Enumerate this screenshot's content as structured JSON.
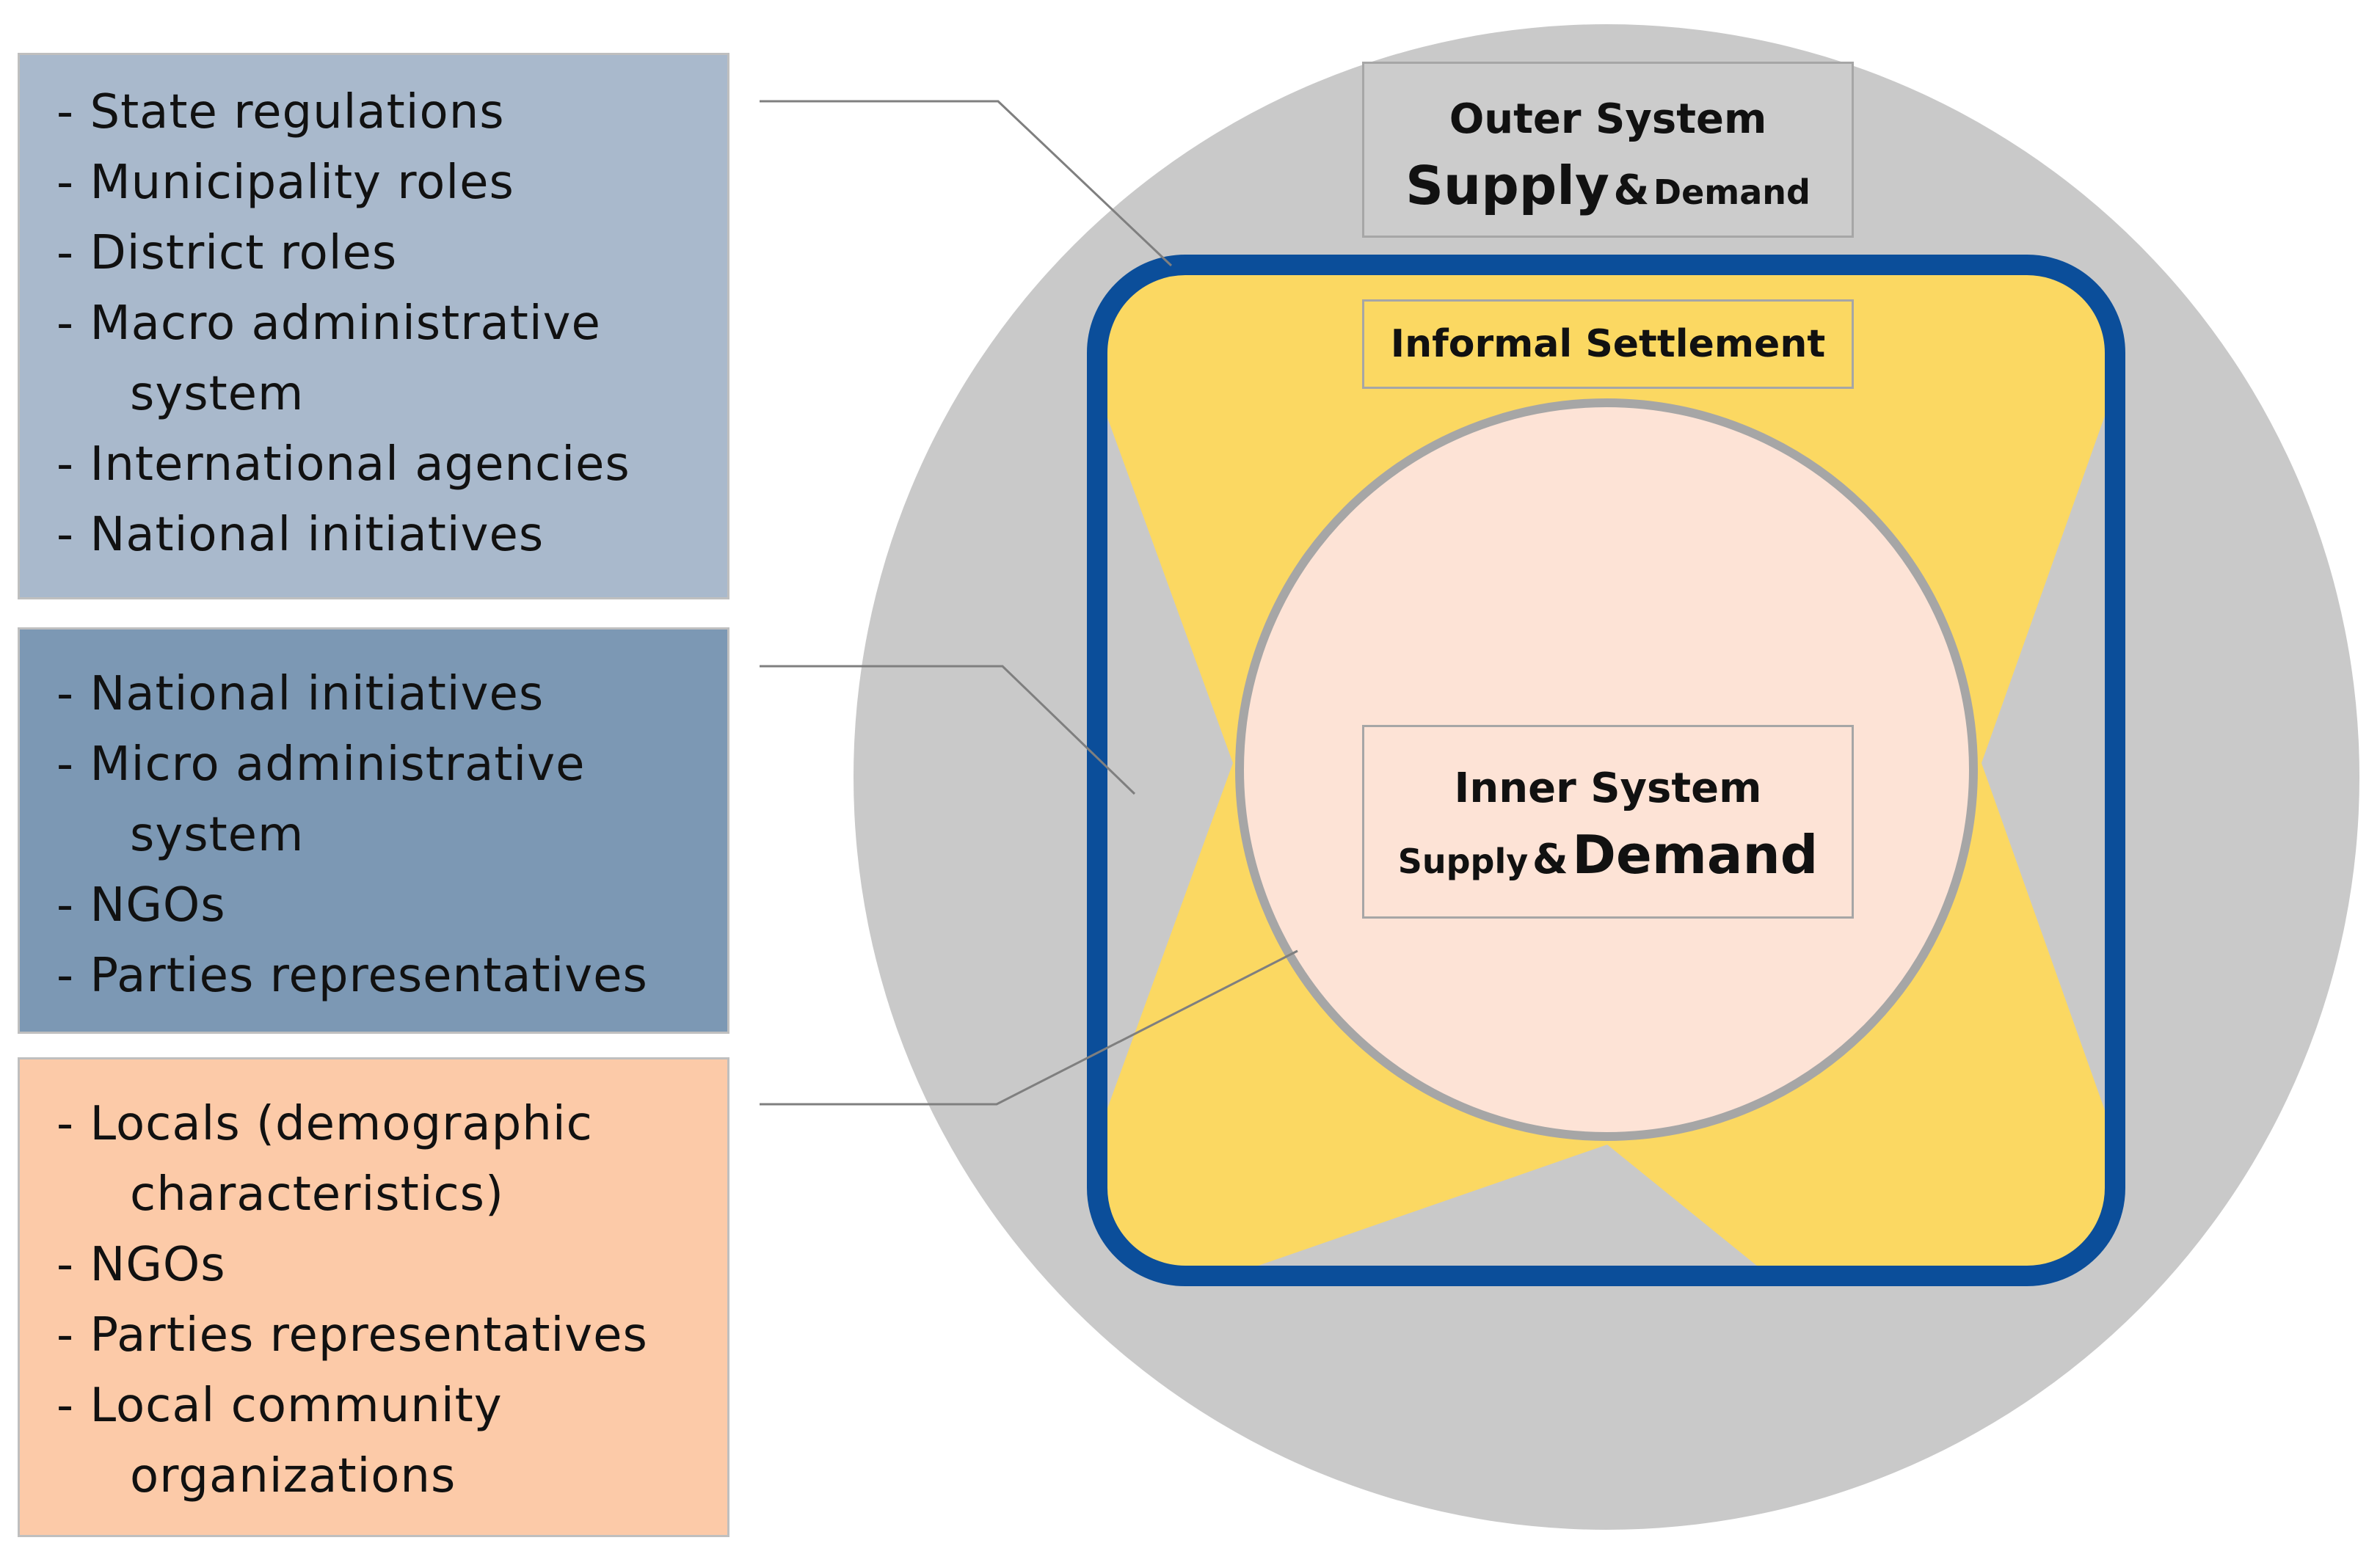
{
  "colors": {
    "outer_circle": "#c9c9c9",
    "settlement_fill": "#fbd862",
    "settlement_border": "#0b4e9a",
    "inner_circle_fill": "#fde3d6",
    "inner_circle_border": "#a6a6a6",
    "connector": "#7f7f7f",
    "box_outer_fill": "#a9b9cc",
    "box_middle_fill": "#7c98b4",
    "box_inner_fill": "#fccaa8"
  },
  "boxes": {
    "outer": {
      "fill": "#a9b9cc",
      "items": [
        "- State regulations",
        "- Municipality roles",
        "- District roles",
        "- Macro administrative system",
        "- International agencies",
        "- National initiatives"
      ]
    },
    "middle": {
      "fill": "#7c98b4",
      "items": [
        "- National initiatives",
        "- Micro administrative system",
        "- NGOs",
        "- Parties representatives"
      ]
    },
    "inner": {
      "fill": "#fccaa8",
      "items": [
        "- Locals (demographic characteristics)",
        "- NGOs",
        "- Parties representatives",
        "- Local community organizations"
      ]
    }
  },
  "labels": {
    "outer_system": {
      "title": "Outer System",
      "supply": "Supply",
      "amp": "&",
      "demand": "Demand"
    },
    "informal_settlement": "Informal Settlement",
    "inner_system": {
      "title": "Inner System",
      "supply": "Supply",
      "amp": "&",
      "demand": "Demand"
    }
  }
}
